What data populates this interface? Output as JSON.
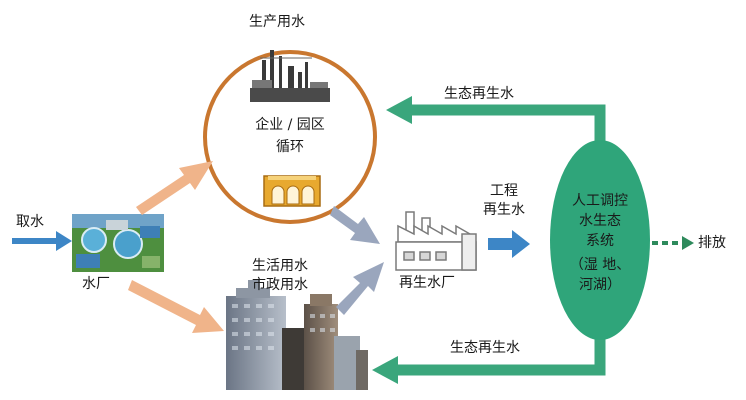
{
  "labels": {
    "production_water": "生产用水",
    "enterprise_line1": "企业 / 园区",
    "enterprise_line2": "循环",
    "water_intake": "取水",
    "water_plant": "水厂",
    "domestic_line1": "生活用水",
    "domestic_line2": "市政用水",
    "reclaimed_plant": "再生水厂",
    "engineering_line1": "工程",
    "engineering_line2": "再生水",
    "eco_reclaimed_top": "生态再生水",
    "eco_reclaimed_bottom": "生态再生水",
    "wetland_line1": "人工调控",
    "wetland_line2": "水生态",
    "wetland_line3": "系统",
    "wetland_line4": "（湿 地、",
    "wetland_line5": "河湖）",
    "discharge": "排放"
  },
  "colors": {
    "circle_stroke": "#c9772f",
    "arrow_orange": "#f0b48a",
    "arrow_gray": "#9aa6bd",
    "arrow_green": "#3aa67c",
    "arrow_blue": "#3d86c6",
    "wetland_fill": "#2fa57a",
    "discharge_arrow": "#2e8a5c"
  },
  "icons": {
    "water_plant": "water-treatment-plant-photo",
    "factory": "factory-icon",
    "building": "industrial-building-icon",
    "reclaimed_plant": "reclaimed-water-plant-icon",
    "city": "city-skyline-icon"
  }
}
